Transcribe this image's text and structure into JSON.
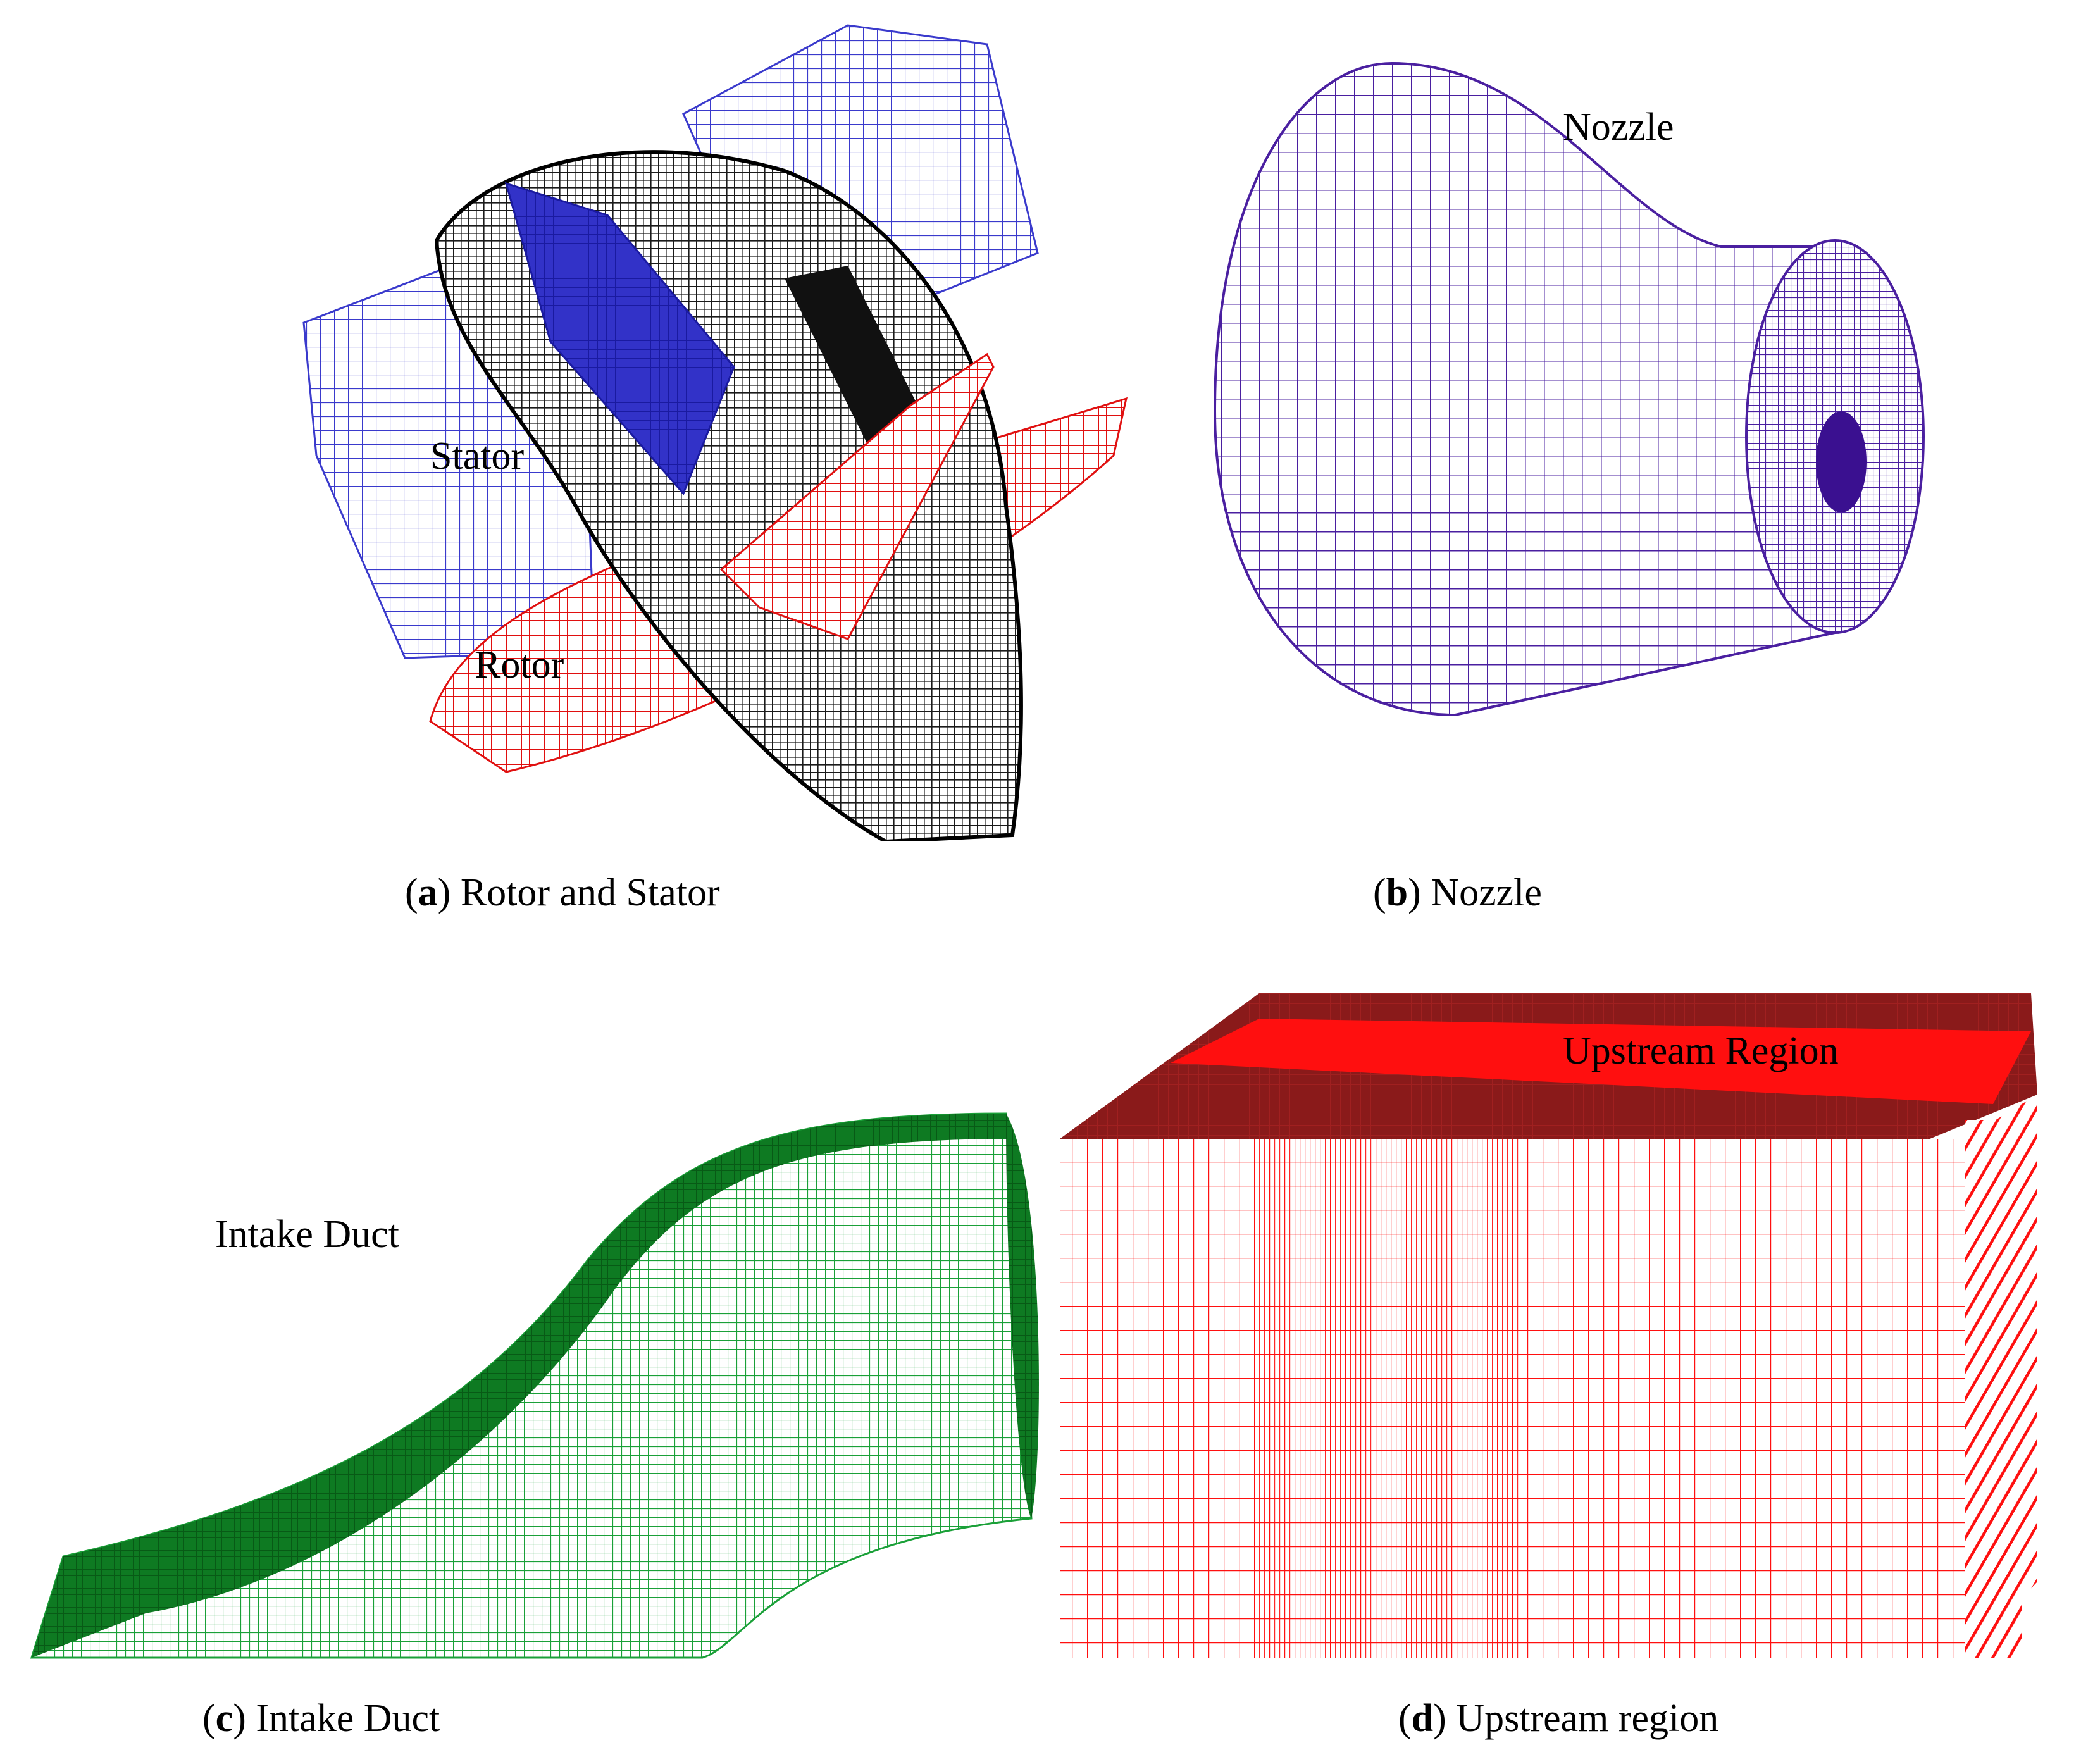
{
  "panels": {
    "a": {
      "labels": {
        "stator": "Stator",
        "rotor": "Rotor"
      },
      "caption": {
        "letter": "a",
        "text": " Rotor and Stator"
      },
      "colors": {
        "stator": "#3a3acc",
        "rotor": "#e01010",
        "hub": "#1a1a1a"
      }
    },
    "b": {
      "labels": {
        "nozzle": "Nozzle"
      },
      "caption": {
        "letter": "b",
        "text": " Nozzle"
      },
      "colors": {
        "mesh": "#4a1fa0"
      }
    },
    "c": {
      "labels": {
        "intake": "Intake Duct"
      },
      "caption": {
        "letter": "c",
        "text": " Intake Duct"
      },
      "colors": {
        "mesh": "#1aa038",
        "dark": "#0a6a1c"
      }
    },
    "d": {
      "labels": {
        "upstream": "Upstream Region"
      },
      "caption": {
        "letter": "d",
        "text": " Upstream region"
      },
      "colors": {
        "mesh": "#ff1010",
        "dark": "#8a1010"
      }
    }
  }
}
